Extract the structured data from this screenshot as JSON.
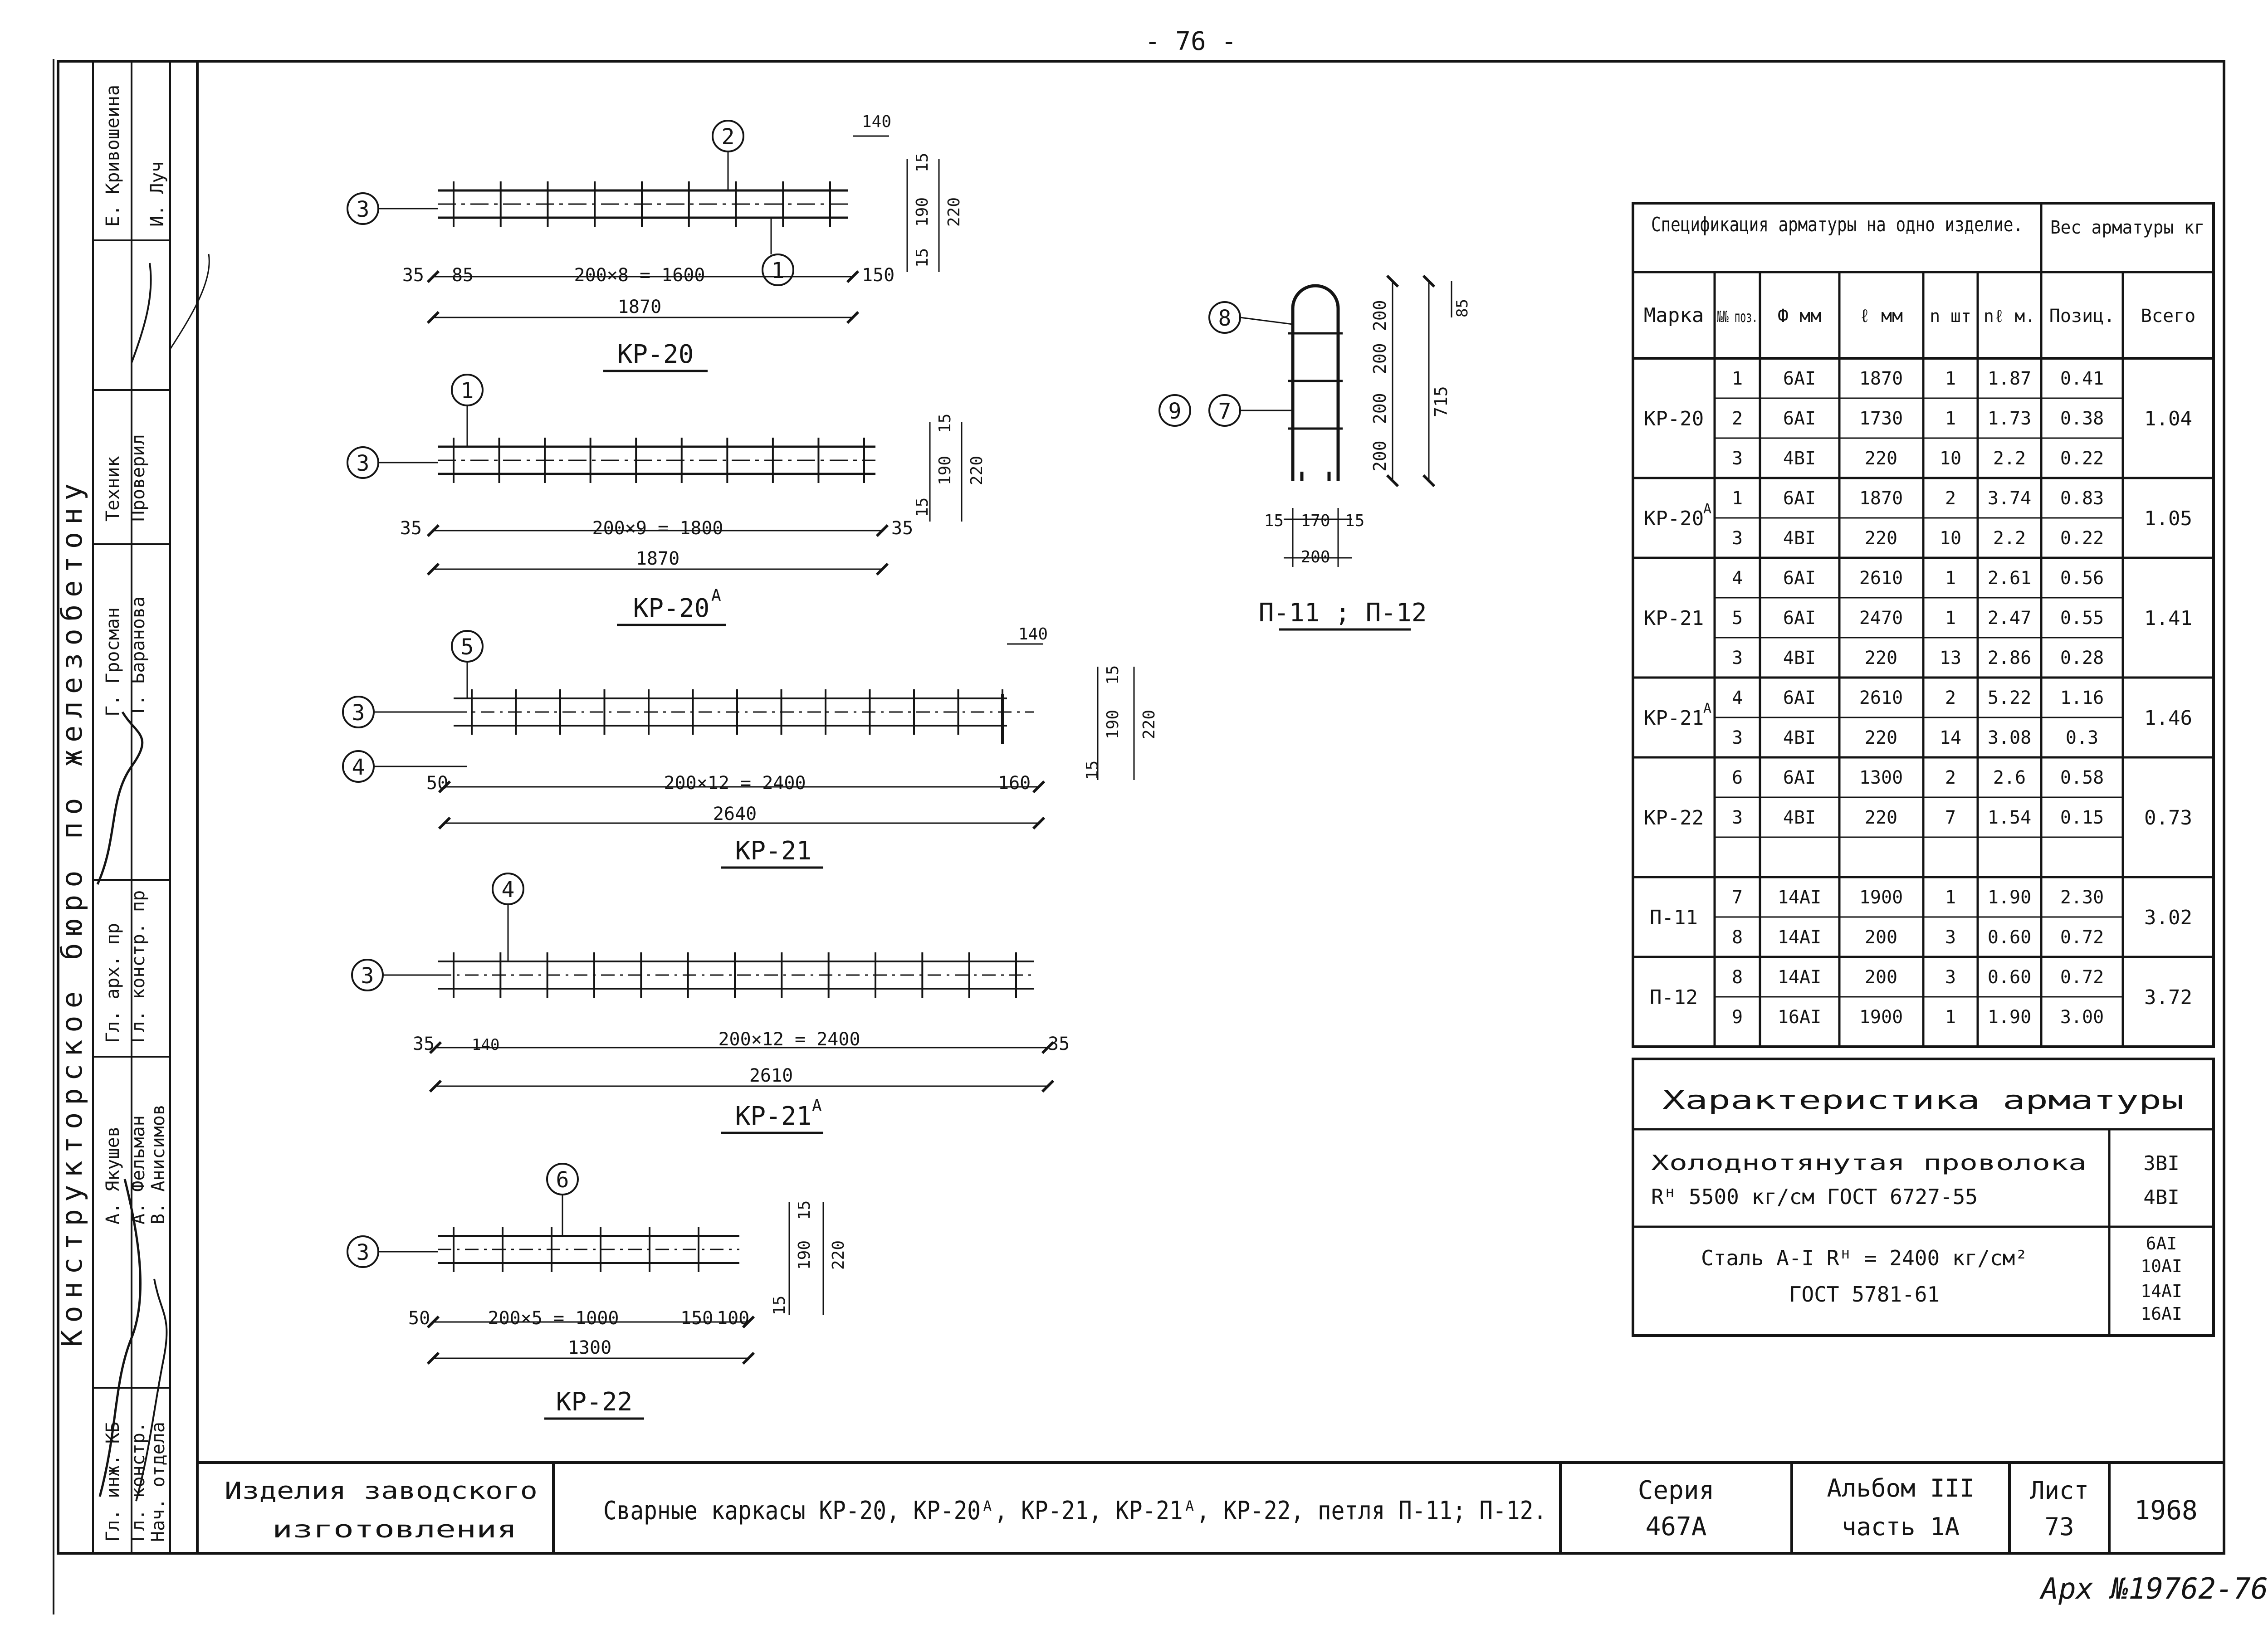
{
  "page_number": "- 76 -",
  "archive_number": "Арх №19762-76",
  "side_block": {
    "org_line": "Конструкторское бюро по железобетону",
    "col1": [
      "Гл. инж. КБ",
      "Гл. констр.",
      "Нач. отдела"
    ],
    "col2": [
      "А. Якушев",
      "А. Фельман",
      "В. Анисимов"
    ],
    "col3": [
      "Гл. арх. пр",
      "Гл. констр. пр"
    ],
    "col4": [
      "Г. Гросман",
      "Т. Баранова"
    ],
    "col5": [
      "Техник",
      "Проверил"
    ],
    "col6": [
      "Е. Кривошеина",
      "И. Луч"
    ]
  },
  "drawings": {
    "kp20": {
      "title": "КР-20",
      "dims": {
        "span": "200×8 = 1600",
        "total": "1870",
        "left": "35",
        "left2": "85",
        "right": "150",
        "top_r": "140",
        "h1": "190",
        "h2": "220",
        "h3": "15",
        "h4": "15"
      },
      "callouts": [
        "2",
        "1",
        "3"
      ]
    },
    "kp20a": {
      "title": "КР-20",
      "title_sup": "А",
      "dims": {
        "span": "200×9 = 1800",
        "total": "1870",
        "left": "35",
        "right": "35",
        "h1": "190",
        "h2": "220",
        "h3": "15",
        "h4": "15"
      },
      "callouts": [
        "1",
        "3"
      ]
    },
    "kp21": {
      "title": "КР-21",
      "dims": {
        "span": "200×12 = 2400",
        "total": "2640",
        "left": "50",
        "right": "160",
        "top_r": "140",
        "h1": "190",
        "h2": "220",
        "h3": "15",
        "h4": "15"
      },
      "callouts": [
        "5",
        "3",
        "4"
      ]
    },
    "kp21a": {
      "title": "КР-21",
      "title_sup": "А",
      "dims": {
        "span": "200×12 = 2400",
        "total": "2610",
        "left": "35",
        "left2": "140",
        "right": "35"
      },
      "callouts": [
        "4",
        "3"
      ]
    },
    "kp22": {
      "title": "КР-22",
      "dims": {
        "span": "200×5 = 1000",
        "total": "1300",
        "left": "50",
        "right": "150",
        "right2": "100",
        "h1": "190",
        "h2": "220",
        "h3": "15",
        "h4": "15"
      },
      "callouts": [
        "6",
        "3"
      ]
    },
    "loop": {
      "title": "П-11 ; П-12",
      "dims": {
        "seg1": "200",
        "seg2": "200",
        "seg3": "200",
        "seg4": "200",
        "total": "715",
        "top": "85",
        "w1": "15",
        "w2": "170",
        "w3": "15",
        "width": "200"
      },
      "callouts": [
        "8",
        "9",
        "7"
      ]
    }
  },
  "spec_table": {
    "title": "Спецификация арматуры на одно изделие.",
    "weight_title": "Вес арматуры кг",
    "headers": [
      "Марка",
      "№№ поз.",
      "Ф мм",
      "ℓ мм",
      "n шт",
      "nℓ м.",
      "Позиц.",
      "Всего"
    ],
    "groups": [
      {
        "mark": "КР-20",
        "total": "1.04",
        "rows": [
          [
            "1",
            "6AI",
            "1870",
            "1",
            "1.87",
            "0.41"
          ],
          [
            "2",
            "6AI",
            "1730",
            "1",
            "1.73",
            "0.38"
          ],
          [
            "3",
            "4BI",
            "220",
            "10",
            "2.2",
            "0.22"
          ]
        ]
      },
      {
        "mark": "КР-20",
        "mark_sup": "А",
        "total": "1.05",
        "rows": [
          [
            "1",
            "6AI",
            "1870",
            "2",
            "3.74",
            "0.83"
          ],
          [
            "3",
            "4BI",
            "220",
            "10",
            "2.2",
            "0.22"
          ]
        ]
      },
      {
        "mark": "КР-21",
        "total": "1.41",
        "rows": [
          [
            "4",
            "6AI",
            "2610",
            "1",
            "2.61",
            "0.56"
          ],
          [
            "5",
            "6AI",
            "2470",
            "1",
            "2.47",
            "0.55"
          ],
          [
            "3",
            "4BI",
            "220",
            "13",
            "2.86",
            "0.28"
          ]
        ]
      },
      {
        "mark": "КР-21",
        "mark_sup": "А",
        "total": "1.46",
        "rows": [
          [
            "4",
            "6AI",
            "2610",
            "2",
            "5.22",
            "1.16"
          ],
          [
            "3",
            "4BI",
            "220",
            "14",
            "3.08",
            "0.3"
          ]
        ]
      },
      {
        "mark": "КР-22",
        "total": "0.73",
        "rows": [
          [
            "6",
            "6AI",
            "1300",
            "2",
            "2.6",
            "0.58"
          ],
          [
            "3",
            "4BI",
            "220",
            "7",
            "1.54",
            "0.15"
          ],
          [
            "",
            "",
            "",
            "",
            "",
            ""
          ]
        ]
      },
      {
        "mark": "П-11",
        "total": "3.02",
        "rows": [
          [
            "7",
            "14AI",
            "1900",
            "1",
            "1.90",
            "2.30"
          ],
          [
            "8",
            "14AI",
            "200",
            "3",
            "0.60",
            "0.72"
          ]
        ]
      },
      {
        "mark": "П-12",
        "total": "3.72",
        "rows": [
          [
            "8",
            "14AI",
            "200",
            "3",
            "0.60",
            "0.72"
          ],
          [
            "9",
            "16AI",
            "1900",
            "1",
            "1.90",
            "3.00"
          ]
        ]
      }
    ]
  },
  "characteristics": {
    "title": "Характеристика арматуры",
    "row1": {
      "text1": "Холоднотянутая проволока",
      "text2": "Rᴴ 5500 кг/см  ГОСТ 6727-55",
      "grades": [
        "3BI",
        "4BI"
      ]
    },
    "row2": {
      "text1": "Сталь А-I  Rᴴ = 2400 кг/см²",
      "text2": "ГОСТ 5781-61",
      "grades": [
        "6AI",
        "10AI",
        "14AI",
        "16AI"
      ]
    }
  },
  "title_block": {
    "category_line1": "Изделия заводского",
    "category_line2": "изготовления",
    "description": "Сварные каркасы КР-20, КР-20ᴬ, КР-21, КР-21ᴬ, КР-22, петля П-11; П-12.",
    "series_label": "Серия",
    "series_value": "467А",
    "album_label": "Альбом III",
    "album_part": "часть 1А",
    "sheet_label": "Лист",
    "sheet_value": "73",
    "year": "1968"
  }
}
